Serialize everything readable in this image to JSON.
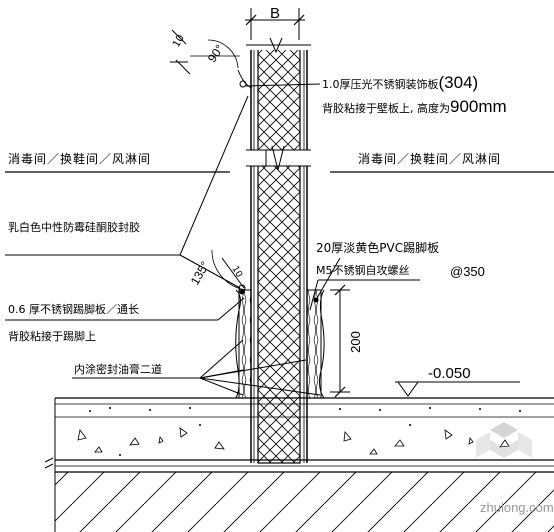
{
  "dimension_width": "B",
  "angle_top": "90°",
  "angle_bottom": "135°",
  "top_note": {
    "line1_prefix": "1.0厚压光不锈钢装饰板",
    "line1_suffix": "(304)",
    "line2_prefix": "背胶粘接于壁板上, 高度为",
    "line2_suffix": "900mm"
  },
  "room_label_left": "消毒间／换鞋间／风淋间",
  "room_label_right": "消毒间／换鞋间／风淋间",
  "sealant_note": "乳白色中性防霉硅酮胶封胶",
  "pvc_note": "20厚淡黄色PVC踢脚板",
  "screw_note": "M5不锈钢自攻螺丝",
  "screw_spacing": "@350",
  "steel_kick_line1": "0.6 厚不锈钢踢脚板／通长",
  "steel_kick_line2": "背胶粘接于踢脚上",
  "coating_note": "内涂密封油膏二道",
  "height_dim": "200",
  "level_mark": "-0.050",
  "watermark": "zhulong.com"
}
